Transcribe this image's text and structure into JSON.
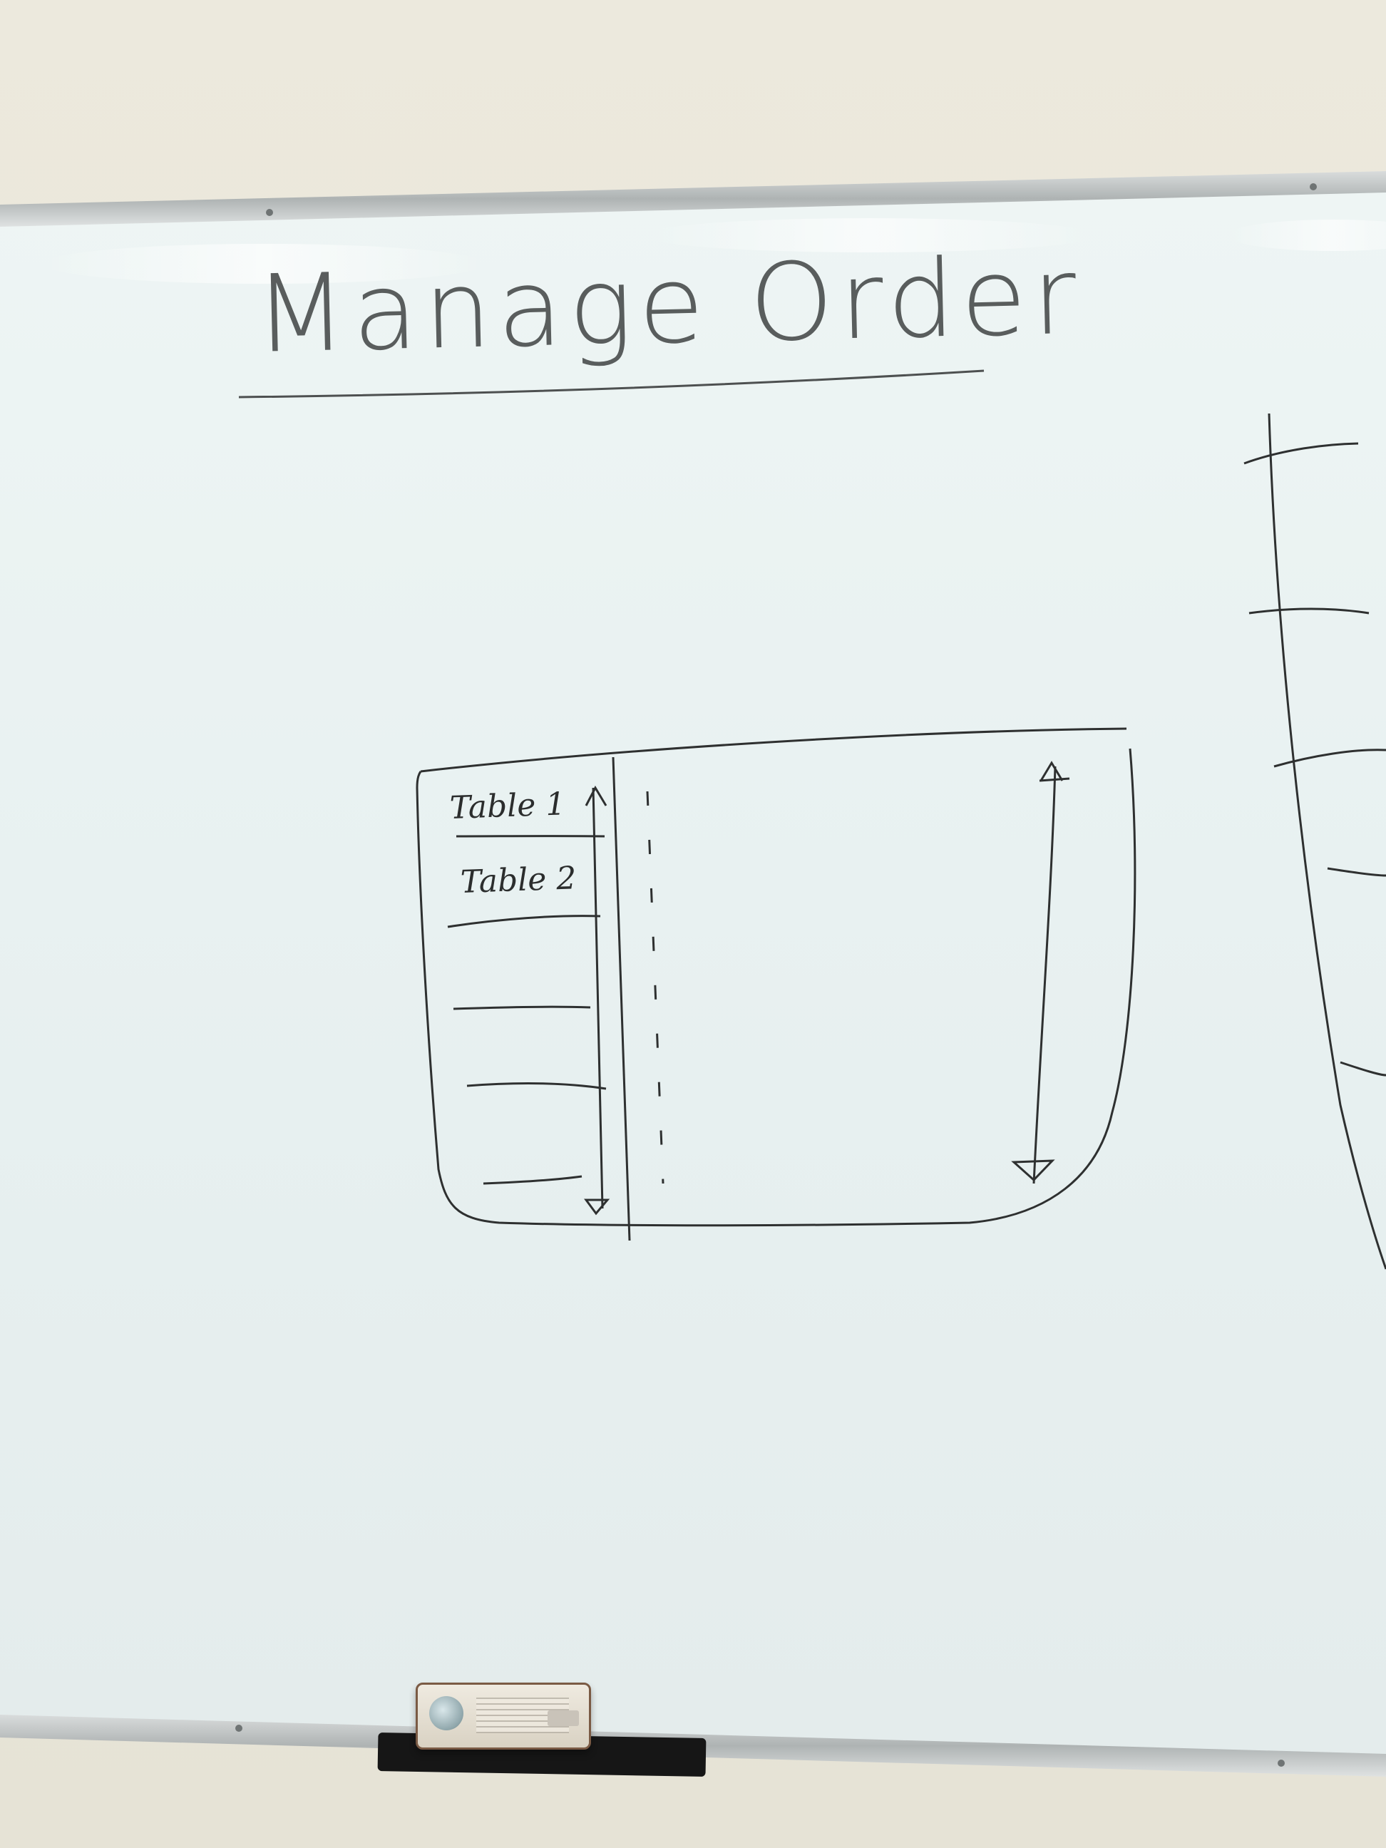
{
  "title": "Manage Order",
  "sketch": {
    "list_items": [
      "Table 1",
      "Table 2"
    ]
  },
  "colors": {
    "wall": "#e9e7dc",
    "board": "#eef4f4",
    "marker": "#2b2d2d",
    "frame": "#b9bcbc"
  }
}
